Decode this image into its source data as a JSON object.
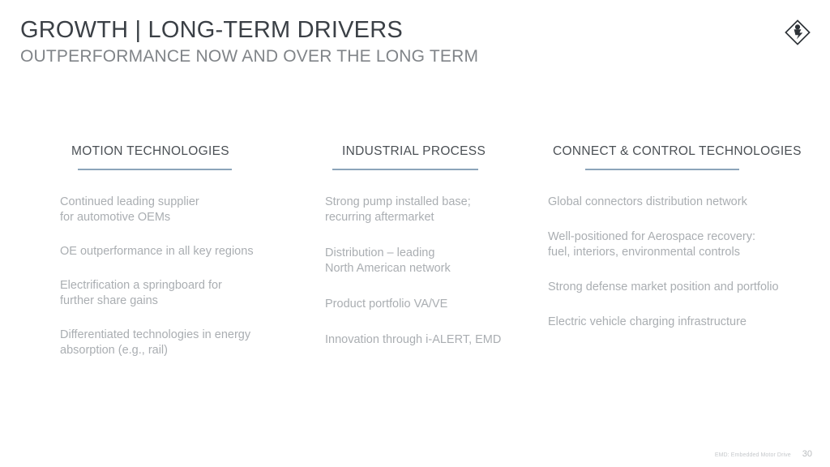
{
  "header": {
    "title": "GROWTH | LONG-TERM DRIVERS",
    "subtitle": "OUTPERFORMANCE NOW AND OVER THE LONG TERM"
  },
  "logo": {
    "name": "itt-diamond-logo"
  },
  "colors": {
    "title": "#3b4046",
    "subtitle": "#808488",
    "column_heading": "#4b5055",
    "rule": "#8ca4ba",
    "body_text": "#aaaeb2",
    "footer": "#c6c9cc",
    "background": "#ffffff"
  },
  "columns": [
    {
      "heading": "MOTION TECHNOLOGIES",
      "bullets": [
        "Continued leading supplier\nfor automotive OEMs",
        "OE outperformance in all key regions",
        "Electrification a springboard for\nfurther share gains",
        "Differentiated technologies in energy\nabsorption (e.g., rail)"
      ]
    },
    {
      "heading": "INDUSTRIAL PROCESS",
      "bullets": [
        "Strong pump installed base;\nrecurring aftermarket",
        "Distribution – leading\nNorth American network",
        "Product portfolio VA/VE",
        "Innovation through i-ALERT, EMD"
      ]
    },
    {
      "heading": "CONNECT & CONTROL TECHNOLOGIES",
      "bullets": [
        "Global connectors distribution network",
        "Well-positioned for Aerospace recovery:\nfuel, interiors, environmental controls",
        "Strong defense market position and portfolio",
        "Electric vehicle charging infrastructure"
      ]
    }
  ],
  "footer": {
    "note": "EMD: Embedded Motor Drive",
    "page_number": "30"
  }
}
